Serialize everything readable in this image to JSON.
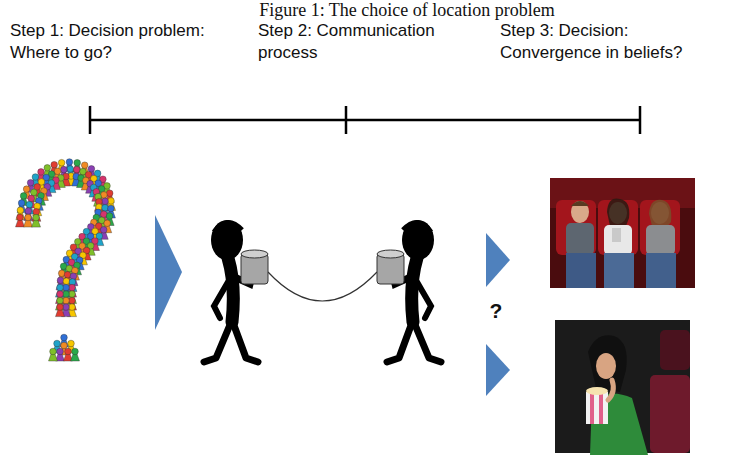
{
  "diagram": {
    "title": "Figure 1: The choice of location problem",
    "labels": [
      "Step 1: Decision problem: Where to go?",
      "Step 2: Communication process",
      "Step 3: Decision: Convergence in beliefs?",
      "?"
    ]
  }
}
